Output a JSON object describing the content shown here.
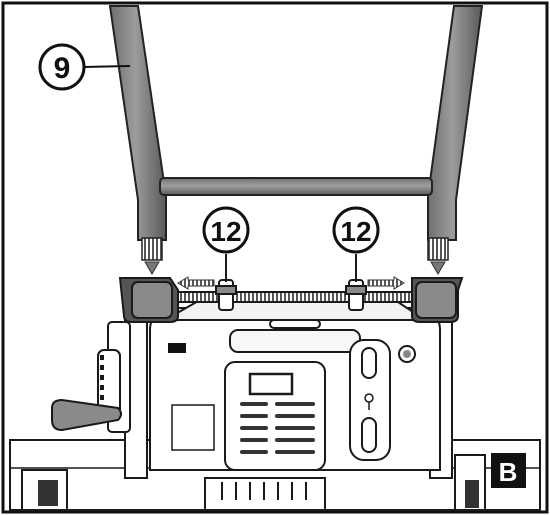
{
  "figure": {
    "callouts": [
      {
        "id": "handle",
        "label": "9"
      },
      {
        "id": "knob-left",
        "label": "12"
      },
      {
        "id": "knob-right",
        "label": "12"
      }
    ],
    "panel_label": "B",
    "colors": {
      "frame": "#111111",
      "handle_fill": "#8a8a8a",
      "handle_dark": "#5e5e5e",
      "body_fill": "#ffffff",
      "line": "#1a1a1a",
      "label_bg": "#111111",
      "label_fg": "#ffffff"
    }
  }
}
